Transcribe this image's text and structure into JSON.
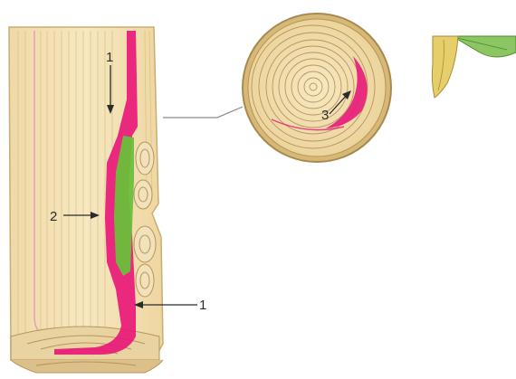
{
  "labels": {
    "arrow_1_top": "1",
    "arrow_2": "2",
    "arrow_3": "3",
    "arrow_1_bottom": "1"
  },
  "colors": {
    "wood": "#f3e2b3",
    "wood_light": "#f8ecc8",
    "ring": "#c8a66a",
    "bark": "#d8c08a",
    "stain_magenta": "#e8187a",
    "stain_green": "#6bbf3a",
    "leaf": "#8cc663",
    "bud": "#e6cf6a"
  }
}
